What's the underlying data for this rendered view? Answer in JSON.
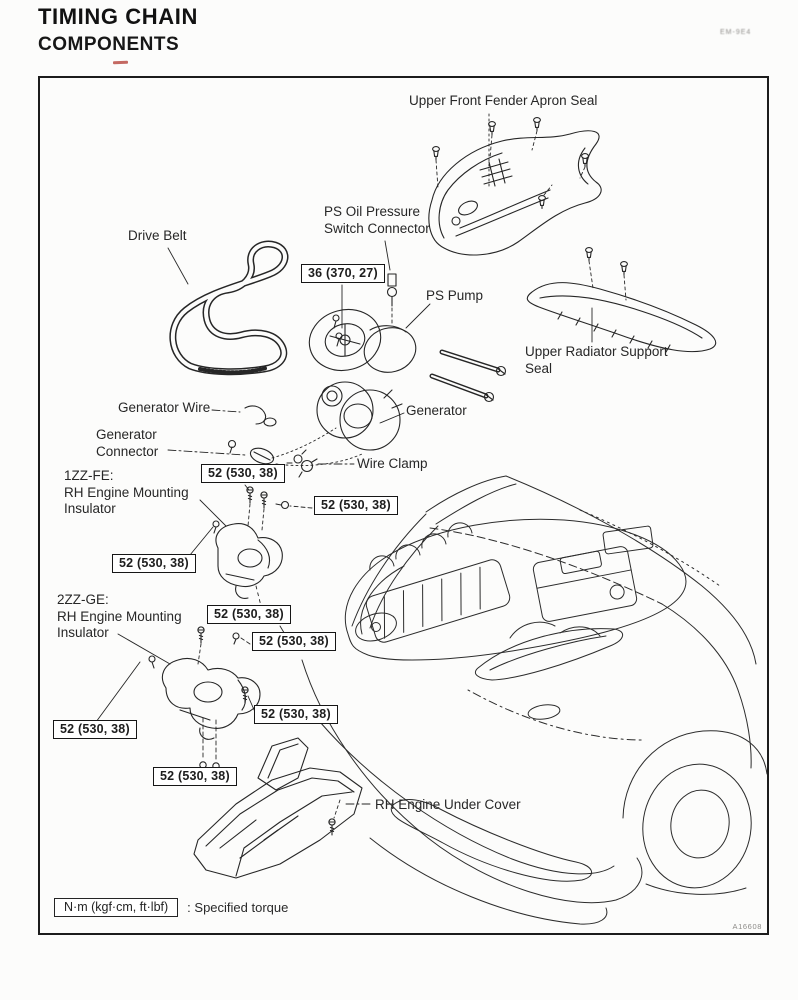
{
  "header": {
    "title": "TIMING CHAIN",
    "subtitle": "COMPONENTS",
    "page_code": "EM-9E4"
  },
  "figure_code": "A16608",
  "labels": {
    "fender_apron_seal": "Upper Front Fender Apron Seal",
    "ps_switch_connector": "PS Oil Pressure\nSwitch Connector",
    "drive_belt": "Drive Belt",
    "ps_pump": "PS Pump",
    "radiator_support_seal": "Upper Radiator Support\nSeal",
    "generator_wire": "Generator Wire",
    "generator": "Generator",
    "generator_connector": "Generator\nConnector",
    "wire_clamp": "Wire Clamp",
    "insulator_1zz": "1ZZ-FE:\nRH Engine Mounting\nInsulator",
    "insulator_2zz": "2ZZ-GE:\nRH Engine Mounting\nInsulator",
    "engine_under_cover": "RH Engine Under Cover"
  },
  "torque_specs": {
    "ps_pump_bolt": "36 (370, 27)",
    "mounting_bolt": "52 (530, 38)"
  },
  "legend": {
    "unit": "N·m (kgf·cm, ft·lbf)",
    "meaning": ": Specified torque"
  }
}
